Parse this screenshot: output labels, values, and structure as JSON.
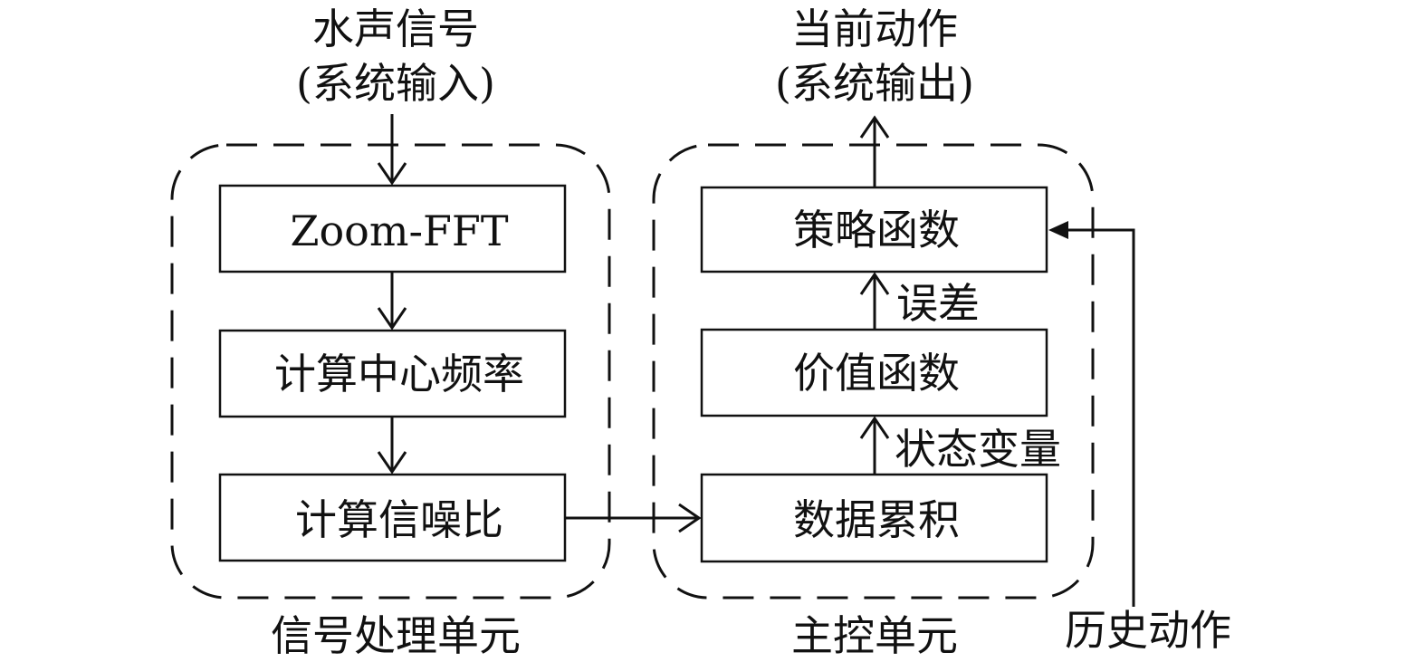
{
  "input": {
    "line1": "水声信号",
    "line2": "(系统输入)"
  },
  "output": {
    "line1": "当前动作",
    "line2": "(系统输出)"
  },
  "signal_unit": {
    "label": "信号处理单元",
    "steps": [
      "Zoom-FFT",
      "计算中心频率",
      "计算信噪比"
    ]
  },
  "control_unit": {
    "label": "主控单元",
    "blocks": {
      "policy": "策略函数",
      "value": "价值函数",
      "accum": "数据累积"
    },
    "edges": {
      "value_to_policy": "误差",
      "accum_to_value": "状态变量"
    }
  },
  "history": {
    "label": "历史动作"
  }
}
